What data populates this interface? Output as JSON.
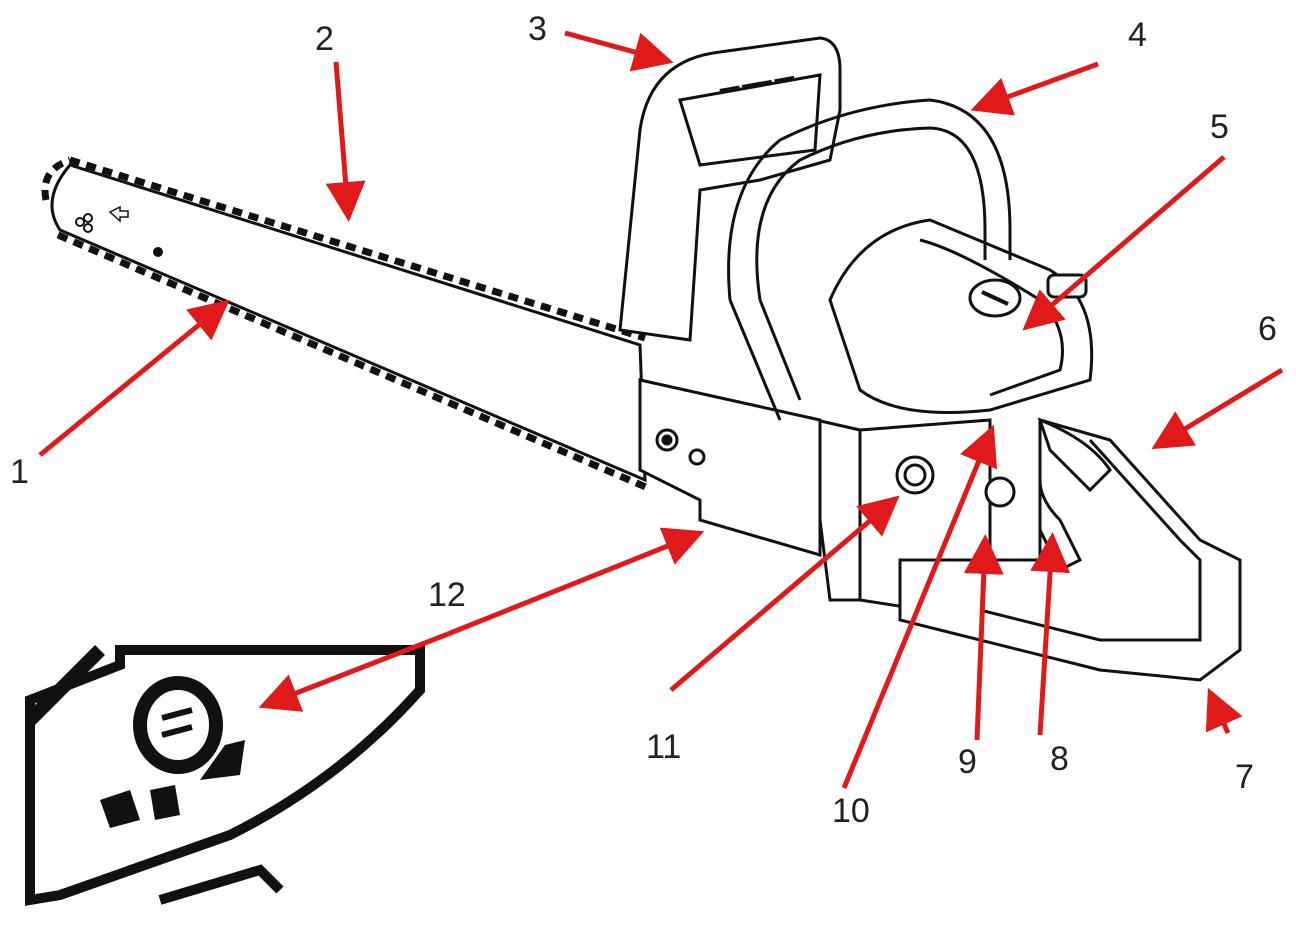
{
  "diagram": {
    "subject": "chainsaw",
    "callouts": [
      {
        "id": "1",
        "text": "1"
      },
      {
        "id": "2",
        "text": "2"
      },
      {
        "id": "3",
        "text": "3"
      },
      {
        "id": "4",
        "text": "4"
      },
      {
        "id": "5",
        "text": "5"
      },
      {
        "id": "6",
        "text": "6"
      },
      {
        "id": "7",
        "text": "7"
      },
      {
        "id": "8",
        "text": "8"
      },
      {
        "id": "9",
        "text": "9"
      },
      {
        "id": "10",
        "text": "10"
      },
      {
        "id": "11",
        "text": "11"
      },
      {
        "id": "12",
        "text": "12"
      }
    ],
    "arrow_color": "#e01a1a",
    "line_color": "#111111"
  }
}
